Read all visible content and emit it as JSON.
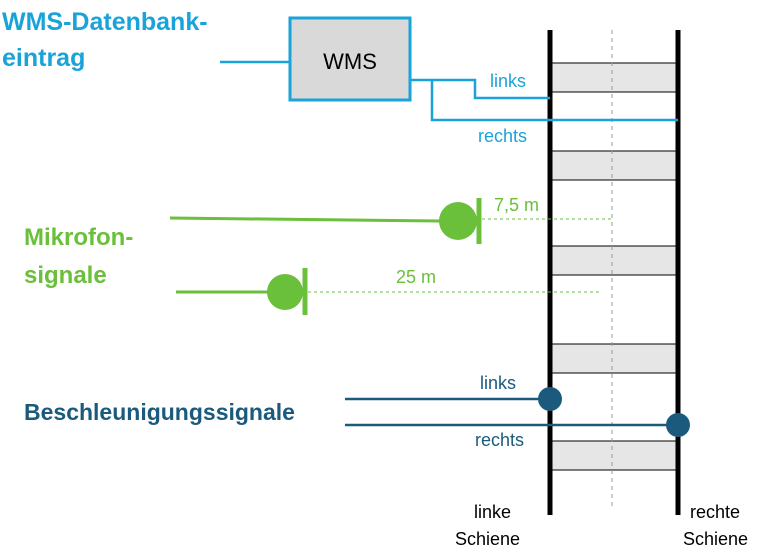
{
  "wms_section": {
    "title_line1": "WMS-Datenbank-",
    "title_line2": "eintrag",
    "box_label": "WMS",
    "left_label": "links",
    "right_label": "rechts"
  },
  "mic_section": {
    "title_line1": "Mikrofon-",
    "title_line2": "signale",
    "near_distance": "7,5 m",
    "far_distance": "25 m"
  },
  "accel_section": {
    "title": "Beschleunigungssignale",
    "left_label": "links",
    "right_label": "rechts"
  },
  "rails": {
    "left_line1": "linke",
    "left_line2": "Schiene",
    "right_line1": "rechte",
    "right_line2": "Schiene"
  },
  "colors": {
    "wms_blue": "#1aa3d9",
    "mic_green": "#6abf3b",
    "accel_dark_blue": "#1b5a7d",
    "sleeper_gray": "#e6e6e6",
    "rail_black": "#000000"
  }
}
